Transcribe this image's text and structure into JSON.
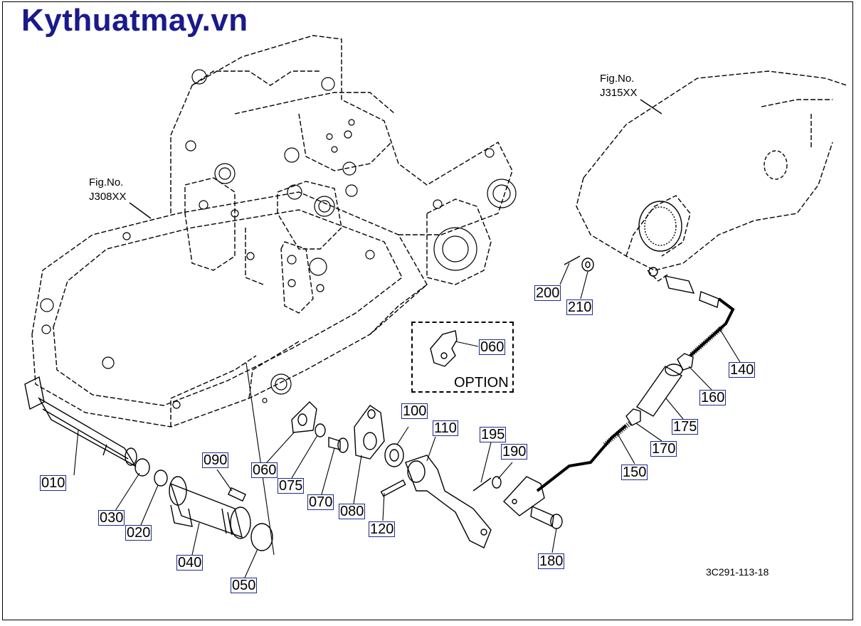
{
  "watermark": "Kythuatmay.vn",
  "figure_refs": {
    "left_fig": "Fig.No.",
    "left_num": "J308XX",
    "right_fig": "Fig.No.",
    "right_num": "J315XX"
  },
  "option_label": "OPTION",
  "drawing_code": "3C291-113-18",
  "parts": {
    "p010": "010",
    "p020": "020",
    "p030": "030",
    "p040": "040",
    "p050": "050",
    "p060a": "060",
    "p060b": "060",
    "p070": "070",
    "p075": "075",
    "p080": "080",
    "p090": "090",
    "p100": "100",
    "p110": "110",
    "p120": "120",
    "p140": "140",
    "p150": "150",
    "p160": "160",
    "p170": "170",
    "p175": "175",
    "p180": "180",
    "p190": "190",
    "p195": "195",
    "p200": "200",
    "p210": "210"
  }
}
